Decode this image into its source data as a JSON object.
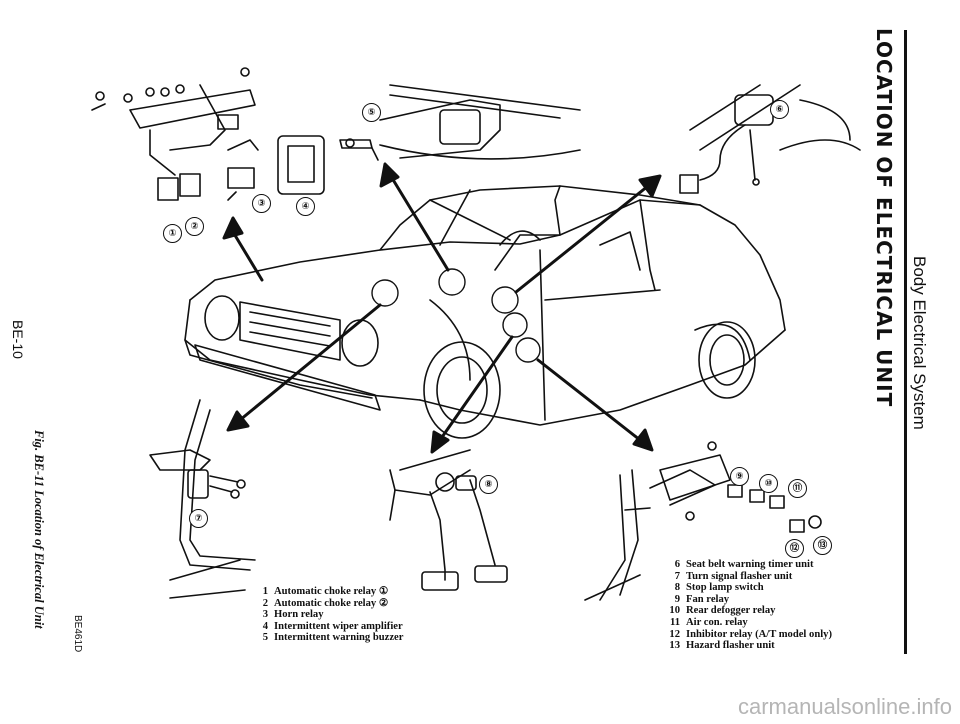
{
  "header": {
    "section_title": "LOCATION OF ELECTRICAL UNIT",
    "manual_section": "Body Electrical System"
  },
  "footer": {
    "page_number": "BE-10",
    "figure_caption": "Fig. BE-11 Location of Electrical Unit",
    "figure_code": "BE461D"
  },
  "callouts": [
    "①",
    "②",
    "③",
    "④",
    "⑤",
    "⑥",
    "⑦",
    "⑧",
    "⑨",
    "⑩",
    "⑪",
    "⑫",
    "⑬"
  ],
  "legend_left": [
    {
      "num": "1",
      "text": "Automatic choke relay ①"
    },
    {
      "num": "2",
      "text": "Automatic choke relay ②"
    },
    {
      "num": "3",
      "text": "Horn relay"
    },
    {
      "num": "4",
      "text": "Intermittent wiper amplifier"
    },
    {
      "num": "5",
      "text": "Intermittent warning buzzer"
    }
  ],
  "legend_right": [
    {
      "num": "6",
      "text": "Seat belt warning timer unit"
    },
    {
      "num": "7",
      "text": "Turn signal flasher unit"
    },
    {
      "num": "8",
      "text": "Stop lamp switch"
    },
    {
      "num": "9",
      "text": "Fan relay"
    },
    {
      "num": "10",
      "text": "Rear defogger relay"
    },
    {
      "num": "11",
      "text": "Air con. relay"
    },
    {
      "num": "12",
      "text": "Inhibitor relay (A/T model only)"
    },
    {
      "num": "13",
      "text": "Hazard flasher unit"
    }
  ],
  "watermark": "carmanualsonline.info"
}
